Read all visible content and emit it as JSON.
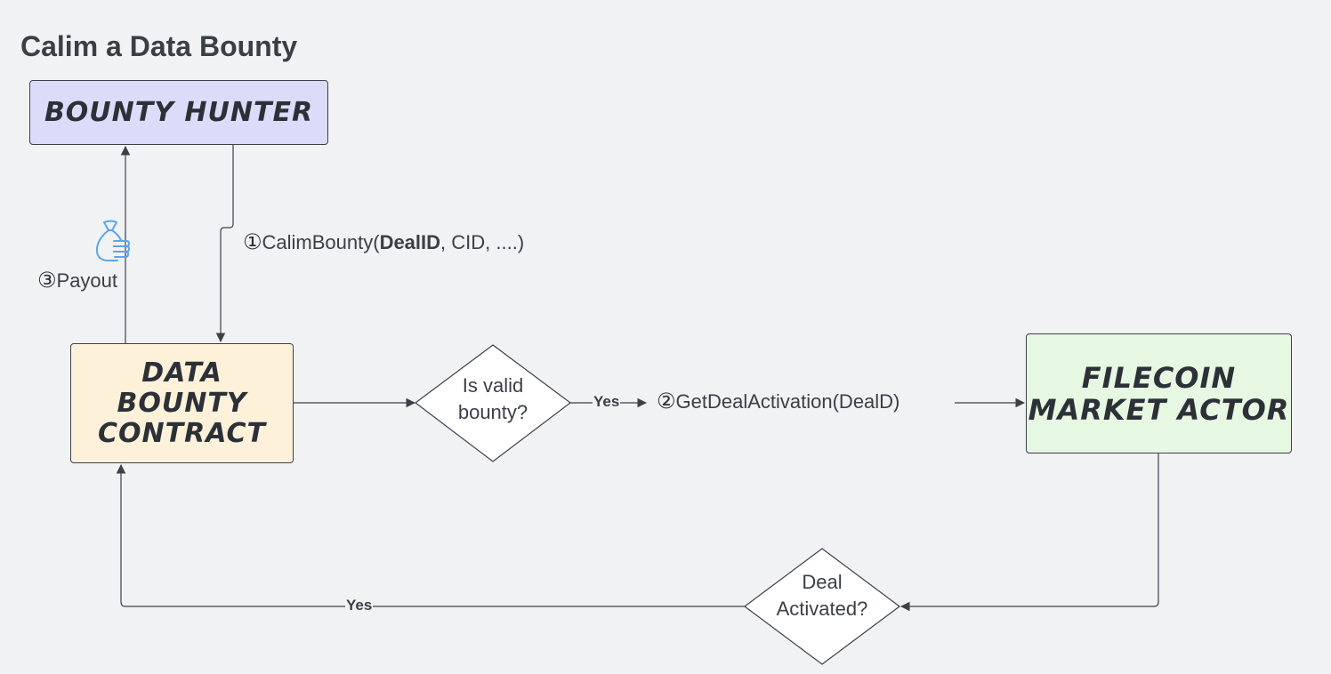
{
  "title": "Calim a Data Bounty",
  "nodes": {
    "bounty_hunter": "BOUNTY HUNTER",
    "data_bounty_contract": "DATA\nBOUNTY\nCONTRACT",
    "filecoin_market_actor": "FILECOIN\nMARKET ACTOR"
  },
  "decisions": {
    "is_valid_bounty": "Is valid\nbounty?",
    "deal_activated": "Deal\nActivated?"
  },
  "steps": {
    "step1": {
      "number": "①",
      "prefix": "CalimBounty(",
      "bold_arg": "DealID",
      "suffix": ", CID, ....)"
    },
    "step2": {
      "number": "②",
      "text": "GetDealActivation(DealD)"
    },
    "step3": {
      "number": "③",
      "text": "Payout"
    }
  },
  "edge_labels": {
    "yes_valid": "Yes",
    "yes_activated": "Yes"
  },
  "icons": {
    "payout": "money-bag-icon"
  },
  "colors": {
    "background": "#f1f2f4",
    "bounty_hunter_fill": "#dcdcfa",
    "contract_fill": "#fdf1da",
    "filecoin_fill": "#e6f7e2",
    "line": "#3c4048",
    "icon_blue": "#5aa6ea"
  }
}
